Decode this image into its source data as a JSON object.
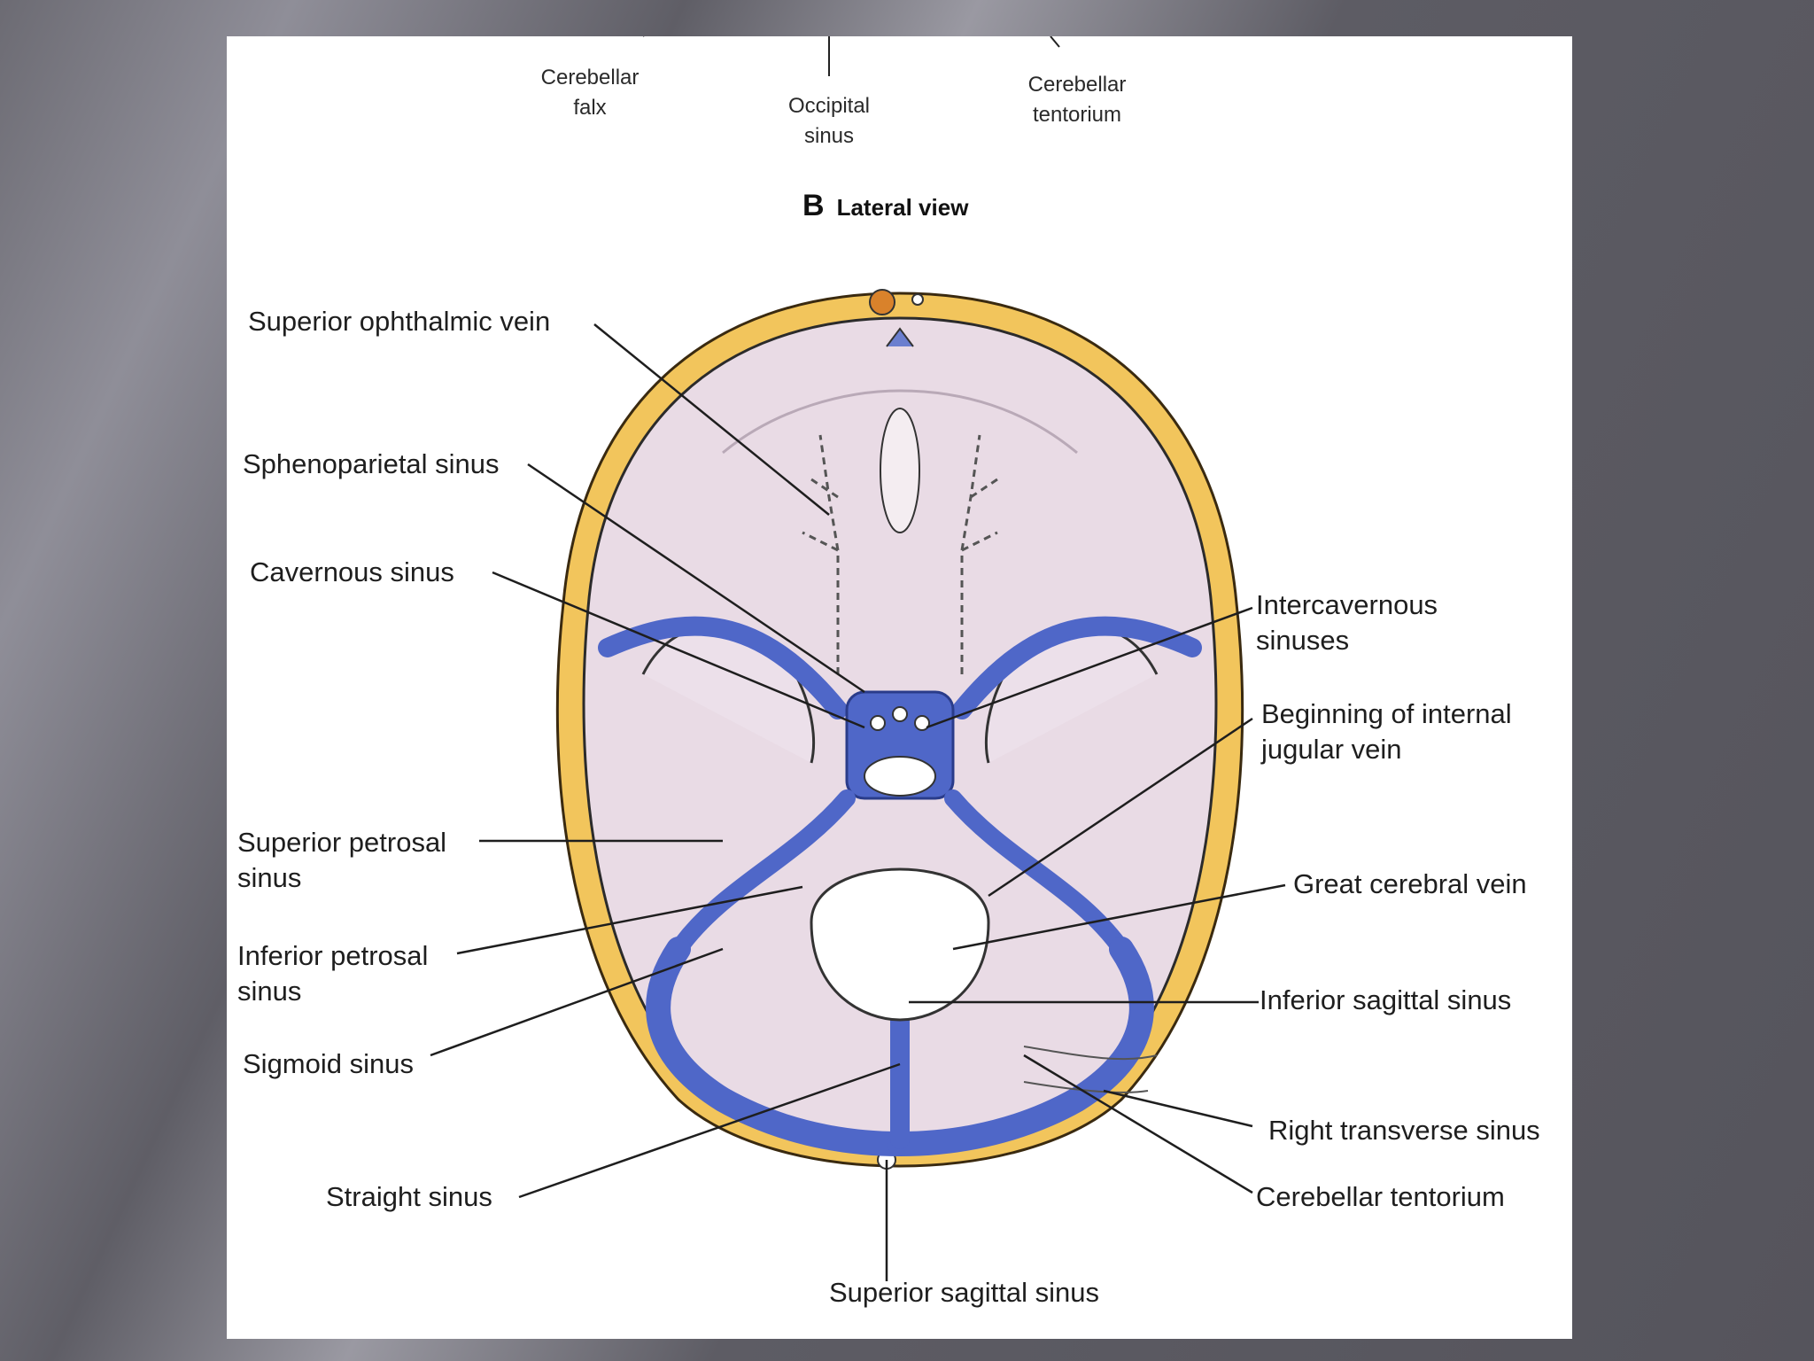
{
  "figure": {
    "top_labels": [
      "Cerebellar\nfalx",
      "Occipital\nsinus",
      "Cerebellar\ntentorium"
    ],
    "view_letter": "B",
    "view_caption": "Lateral view",
    "left_labels": [
      "Superior ophthalmic vein",
      "Sphenoparietal sinus",
      "Cavernous sinus",
      "Superior petrosal\nsinus",
      "Inferior petrosal\nsinus",
      "Sigmoid sinus",
      "Straight sinus"
    ],
    "right_labels": [
      "Intercavernous\nsinuses",
      "Beginning of internal\njugular vein",
      "Great cerebral vein",
      "Inferior sagittal sinus",
      "Right transverse sinus",
      "Cerebellar tentorium"
    ],
    "bottom_label": "Superior sagittal sinus",
    "colors": {
      "bone": "#f0c25a",
      "sinus": "#4f67c8",
      "brain_floor": "#e7d7e2",
      "line": "#1e1e1e"
    }
  }
}
